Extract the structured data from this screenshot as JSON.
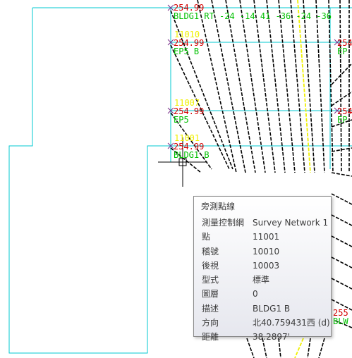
{
  "labels": {
    "elev_1": "254.99",
    "desc_1": "BLDG1 RT -24 -14 41 -36 -24 -36",
    "pt_2": "11010",
    "elev_2": "254.99",
    "desc_2": "EP5 B",
    "pt_3": "11007",
    "elev_3": "254.99",
    "desc_3": "EP5",
    "pt_4": "11001",
    "elev_4": "254.99",
    "desc_4": "BLDG1 B",
    "right_elev_1": "254",
    "right_desc_1": "EP",
    "right_elev_2": "254",
    "right_desc_2": "EP",
    "right_bottom_red": "255",
    "right_bottom_grn": "BLW"
  },
  "tooltip": {
    "title": "旁測點線",
    "rows": [
      {
        "key": "測量控制網",
        "value": "Survey Network 1"
      },
      {
        "key": "點",
        "value": "11001"
      },
      {
        "key": "稽號",
        "value": "10010"
      },
      {
        "key": "後視",
        "value": "10003"
      },
      {
        "key": "型式",
        "value": "標準"
      },
      {
        "key": "圖層",
        "value": "0"
      },
      {
        "key": "描述",
        "value": "BLDG1 B"
      },
      {
        "key": "方向",
        "value": "北40.759431西 (d)"
      },
      {
        "key": "距離",
        "value": "38.2897'"
      }
    ]
  },
  "colors": {
    "building_outline": "#00c8d2",
    "survey_lines": "#000000",
    "highlight_line": "#f0f000",
    "elevation_text": "#d40000",
    "description_text": "#00c000",
    "point_number_text": "#f0f000"
  }
}
